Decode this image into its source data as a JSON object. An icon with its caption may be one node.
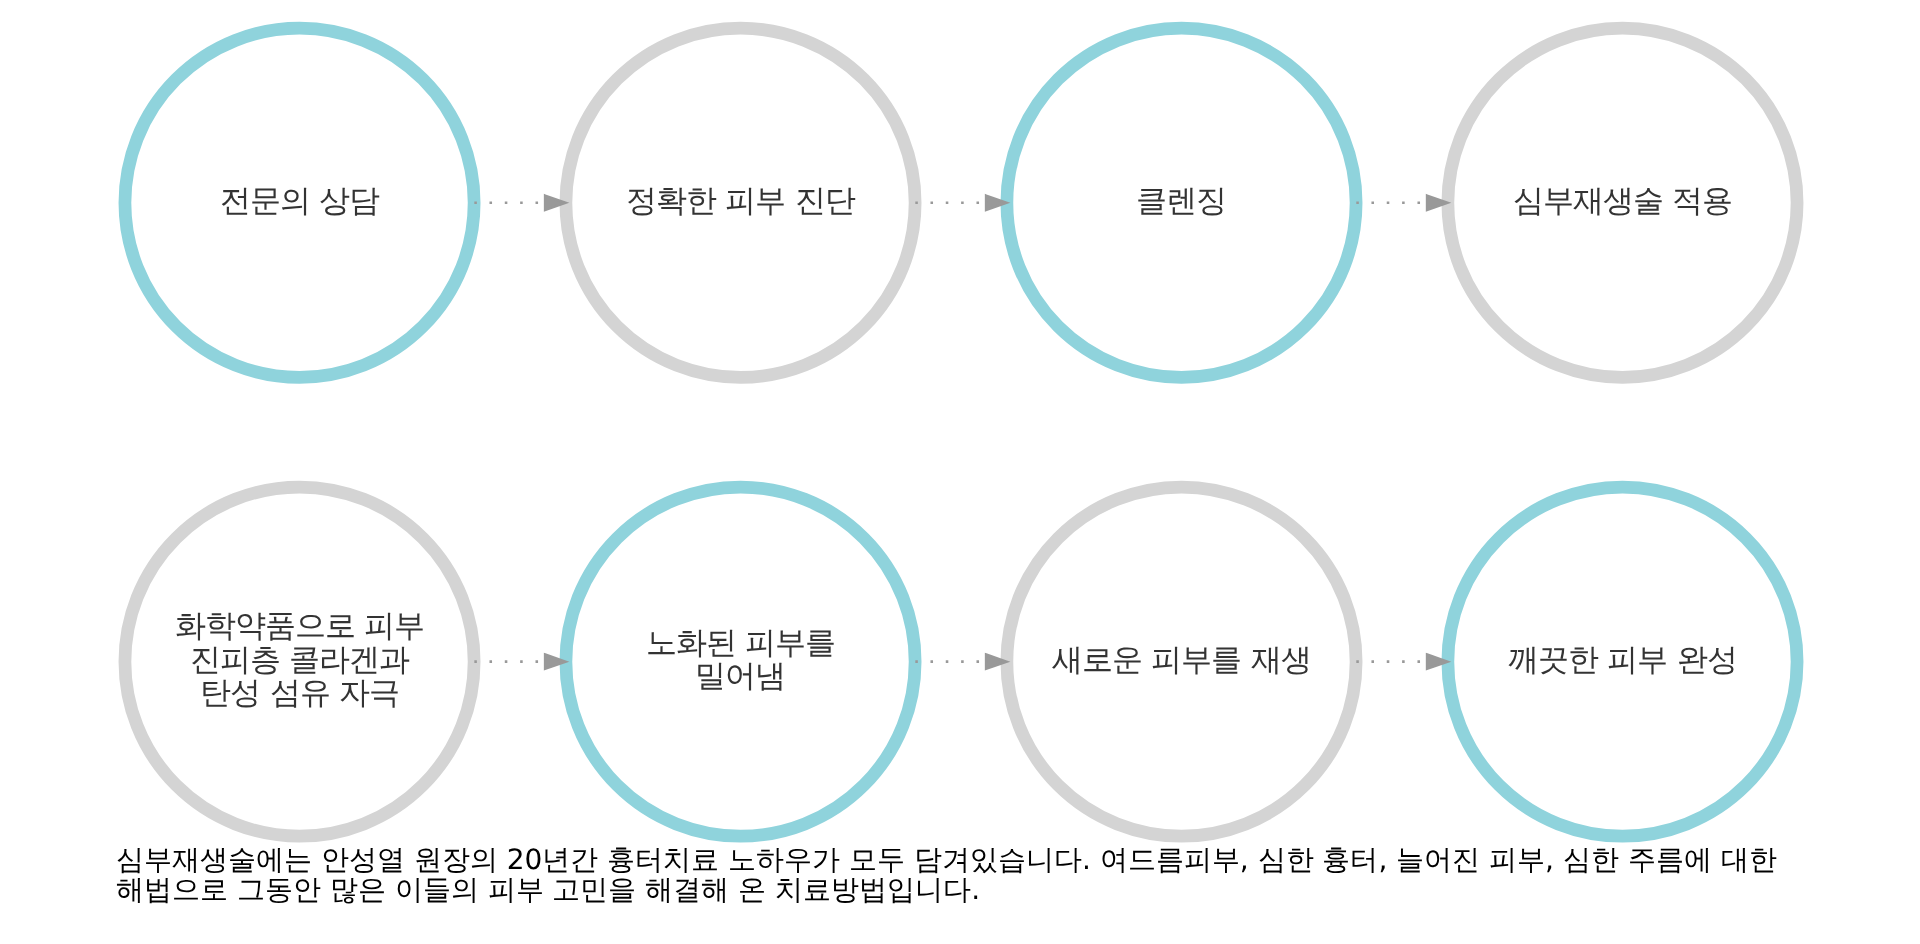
{
  "diagram": {
    "caption": "심부재생술에는 안성열 원장의 20년간 흉터치료 노하우가 모두 담겨있습니다. 여드름피부, 심한 흉터, 늘어진 피부, 심한 주름에 대한 해법으로 그동안 많은 이들의 피부 고민을 해결해 온 치료방법입니다.",
    "nodes": [
      {
        "text": [
          "전문의 상담"
        ]
      },
      {
        "text": [
          "정확한 피부 진단"
        ]
      },
      {
        "text": [
          "클렌징"
        ]
      },
      {
        "text": [
          "심부재생술 적용"
        ]
      },
      {
        "text": [
          "화학약품으로 피부 진피층 콜라겐과 탄성 섬유 자극"
        ]
      },
      {
        "text": [
          "노화된 피부를 밀어냄"
        ]
      },
      {
        "text": [
          "새로운 피부를 재생"
        ]
      },
      {
        "text": [
          "깨끗한 피부 완성"
        ]
      }
    ],
    "edges": [
      {
        "from": 0,
        "to": 1,
        "arrow": "to"
      },
      {
        "from": 1,
        "to": 2,
        "arrow": "to"
      },
      {
        "from": 2,
        "to": 3,
        "arrow": "to"
      },
      {
        "from": 4,
        "to": 5,
        "arrow": "to"
      },
      {
        "from": 5,
        "to": 6,
        "arrow": "to"
      },
      {
        "from": 6,
        "to": 7,
        "arrow": "to"
      }
    ]
  }
}
